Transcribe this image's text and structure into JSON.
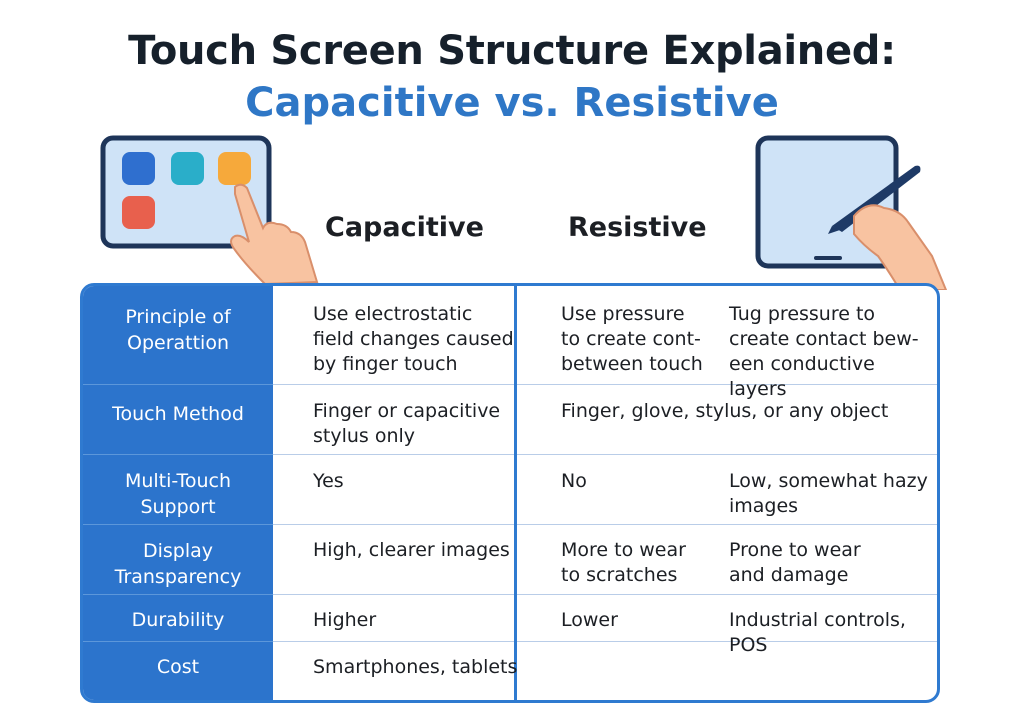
{
  "title": "Touch Screen Structure Explained:",
  "subtitle": "Capacitive vs. Resistive",
  "columns": {
    "capacitive": "Capacitive",
    "resistive": "Resistive"
  },
  "rows": [
    {
      "label": "Principle of\nOperattion",
      "capacitive": "Use electrostatic\nfield changes caused\nby finger touch",
      "resistive_a": "Use pressure\nto create cont-\nbetween touch",
      "resistive_b": "Tug pressure to\ncreate contact bew-\neen conductive layers"
    },
    {
      "label": "Touch Method",
      "capacitive": "Finger or capacitive\nstylus only",
      "resistive_a": "Finger, glove, stylus, or any object",
      "resistive_b": ""
    },
    {
      "label": "Multi-Touch\nSupport",
      "capacitive": "Yes",
      "resistive_a": "No",
      "resistive_b": "Low, somewhat hazy\nimages"
    },
    {
      "label": "Display\nTransparency",
      "capacitive": "High, clearer images",
      "resistive_a": "More to wear\nto scratches",
      "resistive_b": "Prone to wear\nand damage"
    },
    {
      "label": "Durability",
      "capacitive": "Higher",
      "resistive_a": "Lower",
      "resistive_b": "Industrial controls, POS"
    },
    {
      "label": "Cost",
      "capacitive": "Smartphones, tablets",
      "resistive_a": "",
      "resistive_b": ""
    }
  ],
  "colors": {
    "accent": "#2f77c6",
    "label_bg": "#2c74cc",
    "app_blue": "#2f6fcf",
    "app_teal": "#2aaec9",
    "app_orange": "#f6a93b",
    "app_red": "#e8604d"
  },
  "icons": [
    "tablet-with-apps-illustration",
    "finger-hand-icon",
    "tablet-with-stylus-illustration",
    "stylus-hand-icon"
  ]
}
